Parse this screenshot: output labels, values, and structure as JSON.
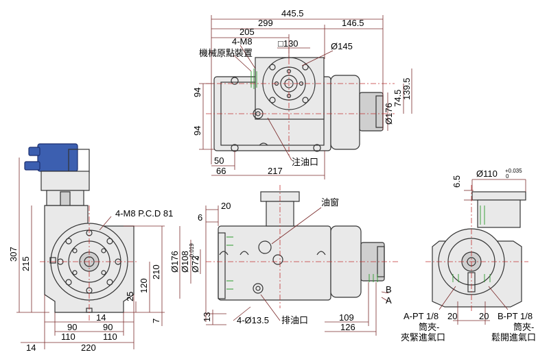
{
  "dimensions": {
    "top_total": "445.5",
    "top_299": "299",
    "top_146_5": "146.5",
    "top_205": "205",
    "top_m8": "4-M8",
    "top_sq130": "□130",
    "top_d145": "Ø145",
    "top_94a": "94",
    "top_94b": "94",
    "top_74_5": "74.5",
    "top_139_5": "139.5",
    "top_d176": "Ø176",
    "top_50": "50",
    "top_66": "66",
    "top_217": "217",
    "front_307": "307",
    "front_215": "215",
    "front_210": "210",
    "front_120": "120",
    "front_25": "25",
    "front_14a": "14",
    "front_90a": "90",
    "front_90b": "90",
    "front_110a": "110",
    "front_110b": "110",
    "front_7": "7",
    "front_14b": "14",
    "front_220": "220",
    "side_20": "20",
    "side_6": "6",
    "side_d176": "Ø176",
    "side_d108": "Ø108",
    "side_d72": "Ø72",
    "side_d72_tol": "-0.019",
    "side_d72_tol0": "0",
    "side_13": "13",
    "side_holes": "4-Ø13.5",
    "side_109": "109",
    "side_126": "126",
    "right_6_5": "6.5",
    "right_d110": "Ø110",
    "right_d110_tol": "+0.035",
    "right_d110_tol0": "0",
    "right_20a": "20",
    "right_20b": "20"
  },
  "labels": {
    "mech_origin": "機械原點裝置",
    "oil_fill": "注油口",
    "oil_window": "油窗",
    "oil_drain": "排油口",
    "pcd": "4-M8 P.C.D 81",
    "port_b": "B",
    "port_a": "A",
    "a_pt": "A-PT 1/8",
    "a_desc1": "筒夾-",
    "a_desc2": "夾緊進氣口",
    "b_pt": "B-PT 1/8",
    "b_desc1": "筒夾-",
    "b_desc2": "鬆開進氣口"
  },
  "colors": {
    "motor": "#3c5fb0",
    "centerline": "#c03030",
    "hidden_green": "#2c9a2c",
    "body": "#e9e9e9"
  }
}
